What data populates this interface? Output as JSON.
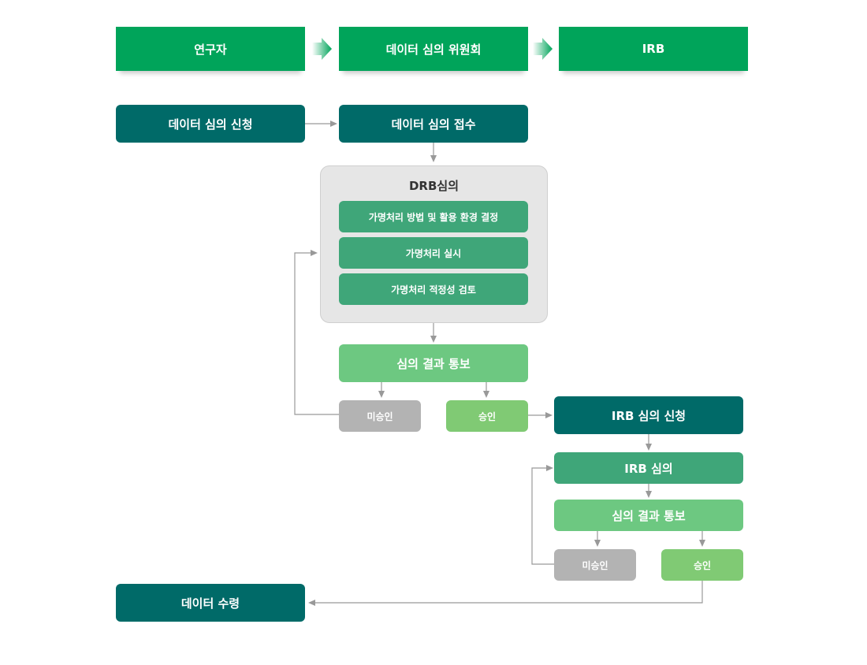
{
  "header": {
    "researcher": "연구자",
    "committee": "데이터 심의 위원회",
    "irb": "IRB"
  },
  "flow": {
    "apply": "데이터 심의 신청",
    "receive": "데이터 심의 접수",
    "drb": {
      "title": "DRB심의",
      "steps": [
        "가명처리 방법 및 활용 환경 결정",
        "가명처리 실시",
        "가명처리 적정성 검토"
      ]
    },
    "drb_result": "심의 결과 통보",
    "drb_reject": "미승인",
    "drb_approve": "승인",
    "irb_apply": "IRB 심의 신청",
    "irb_review": "IRB 심의",
    "irb_result": "심의 결과 통보",
    "irb_reject": "미승인",
    "irb_approve": "승인",
    "receipt": "데이터 수령"
  },
  "colors": {
    "header_green": "#00a45a",
    "dark_teal": "#006a68",
    "mid_green": "#3fa679",
    "light_green": "#6dc881",
    "approve_green": "#80ca74",
    "reject_grey": "#b3b3b3",
    "connector": "#999999"
  }
}
